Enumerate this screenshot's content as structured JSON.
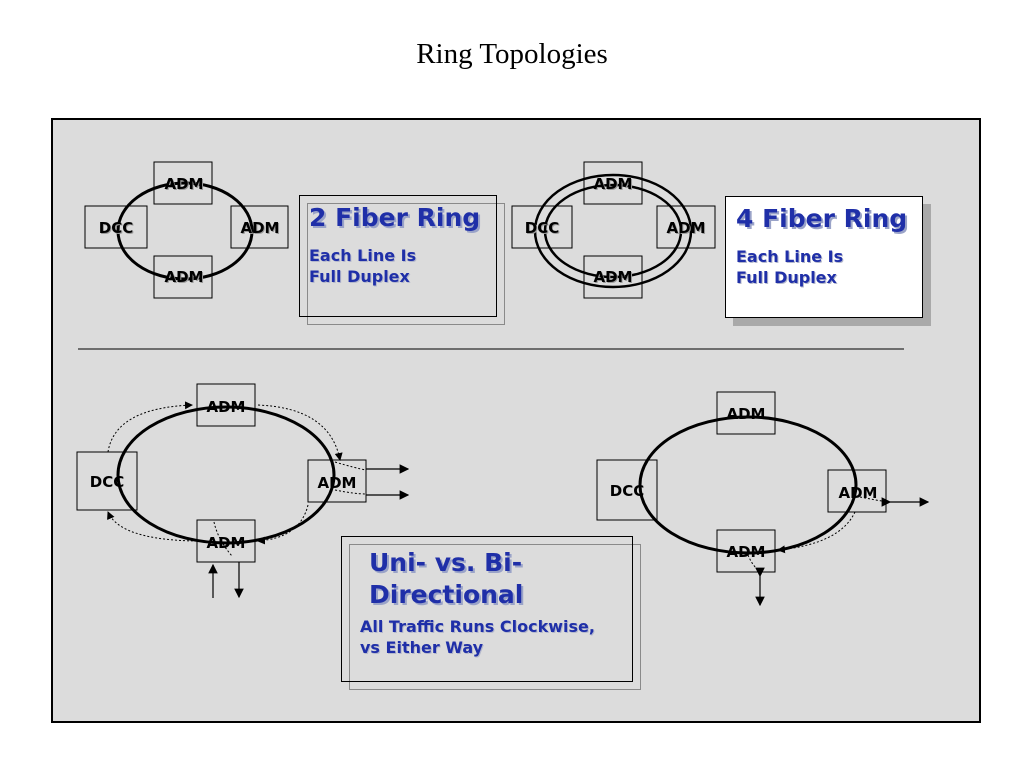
{
  "title": "Ring Topologies",
  "nodes": {
    "adm": "ADM",
    "dcc": "DCC"
  },
  "callouts": {
    "two_fiber": {
      "heading": "2 Fiber Ring",
      "line1": "Each Line Is",
      "line2": "Full Duplex"
    },
    "four_fiber": {
      "heading": "4 Fiber Ring",
      "line1": "Each Line Is",
      "line2": "Full Duplex"
    },
    "direction": {
      "heading1": "Uni- vs. Bi-",
      "heading2": "Directional",
      "line1": "All Traffic Runs Clockwise,",
      "line2": "vs Either Way"
    }
  },
  "colors": {
    "panel": "#dcdcdc",
    "callout_text": "#1f2fa8",
    "four_fiber_box": "#ffffff"
  }
}
